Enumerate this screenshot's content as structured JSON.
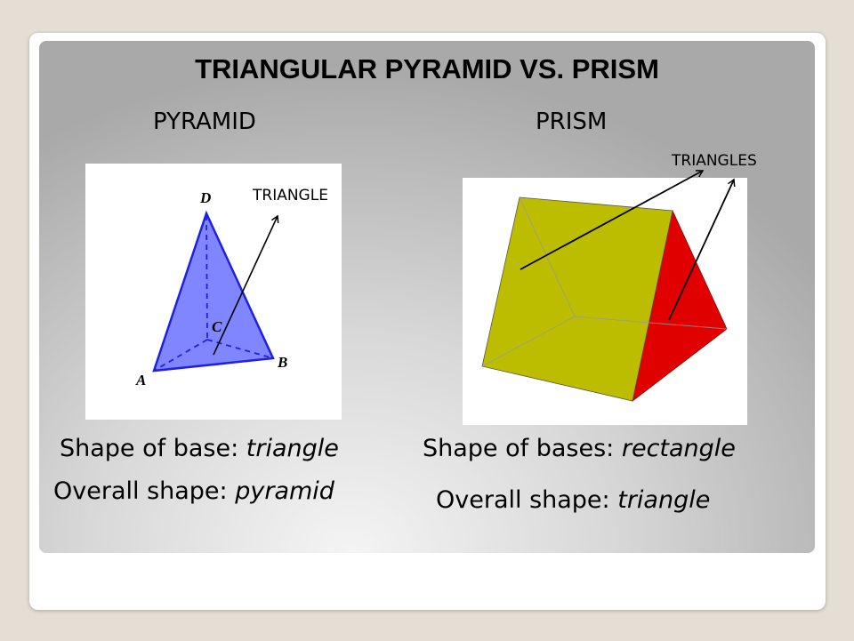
{
  "title": "TRIANGULAR PYRAMID VS. PRISM",
  "pyramid": {
    "heading": "PYRAMID",
    "annotation": "TRIANGLE",
    "vertex_labels": {
      "a": "A",
      "b": "B",
      "c": "C",
      "d": "D"
    },
    "base_label": "Shape of base: ",
    "base_value": "triangle",
    "overall_label": "Overall shape: ",
    "overall_value": "pyramid",
    "fill_color": "#7f86ff"
  },
  "prism": {
    "heading": "PRISM",
    "annotation": "TRIANGLES",
    "base_label": "Shape of bases: ",
    "base_value": "rectangle",
    "overall_label": "Overall shape: ",
    "overall_value": "triangle",
    "face_color": "#bdbd00",
    "end_color": "#e00000"
  }
}
